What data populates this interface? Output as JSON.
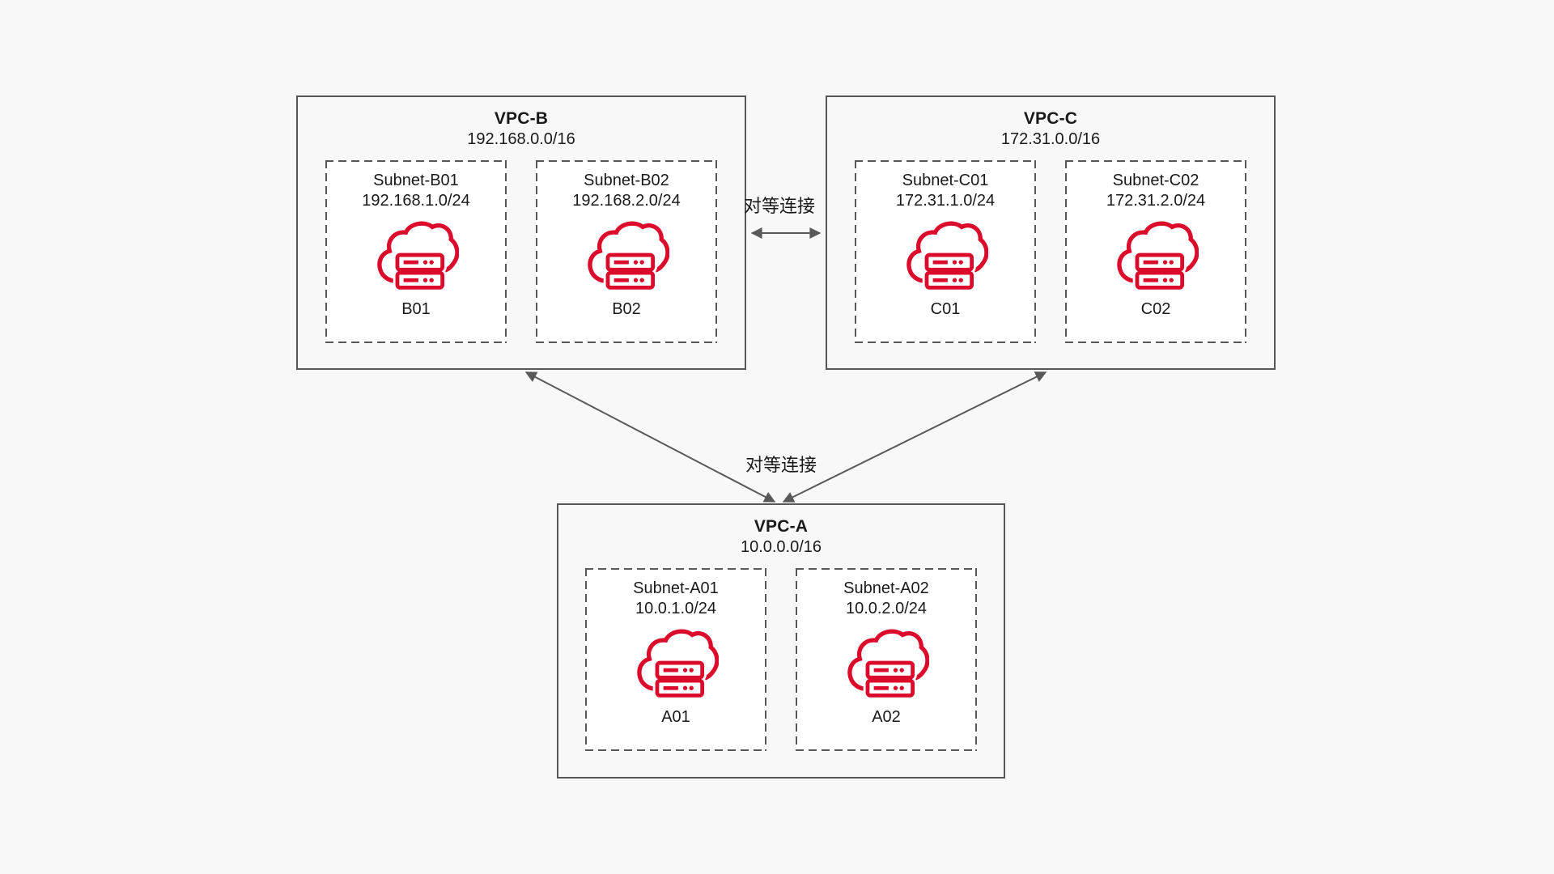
{
  "colors": {
    "background": "#f8f8f8",
    "box_border": "#575757",
    "subnet_fill": "#ffffff",
    "icon_red": "#dc0a2b",
    "arrow": "#595959",
    "text": "#1a1a1a"
  },
  "icons": {
    "subnet_server": "cloud-server-icon"
  },
  "vpcs": [
    {
      "title": "VPC-B",
      "cidr": "192.168.0.0/16",
      "subnets": [
        {
          "name": "Subnet-B01",
          "cidr": "192.168.1.0/24",
          "server": "B01"
        },
        {
          "name": "Subnet-B02",
          "cidr": "192.168.2.0/24",
          "server": "B02"
        }
      ]
    },
    {
      "title": "VPC-C",
      "cidr": "172.31.0.0/16",
      "subnets": [
        {
          "name": "Subnet-C01",
          "cidr": "172.31.1.0/24",
          "server": "C01"
        },
        {
          "name": "Subnet-C02",
          "cidr": "172.31.2.0/24",
          "server": "C02"
        }
      ]
    },
    {
      "title": "VPC-A",
      "cidr": "10.0.0.0/16",
      "subnets": [
        {
          "name": "Subnet-A01",
          "cidr": "10.0.1.0/24",
          "server": "A01"
        },
        {
          "name": "Subnet-A02",
          "cidr": "10.0.2.0/24",
          "server": "A02"
        }
      ]
    }
  ],
  "connections": [
    {
      "from": "VPC-B",
      "to": "VPC-C",
      "type": "peering",
      "label": "对等连接"
    },
    {
      "from": "VPC-A",
      "to": "VPC-B",
      "type": "peering",
      "label": "对等连接"
    },
    {
      "from": "VPC-A",
      "to": "VPC-C",
      "type": "peering",
      "label": "对等连接"
    }
  ],
  "labels": {
    "peering_b_c": "对等连接",
    "peering_a": "对等连接"
  }
}
